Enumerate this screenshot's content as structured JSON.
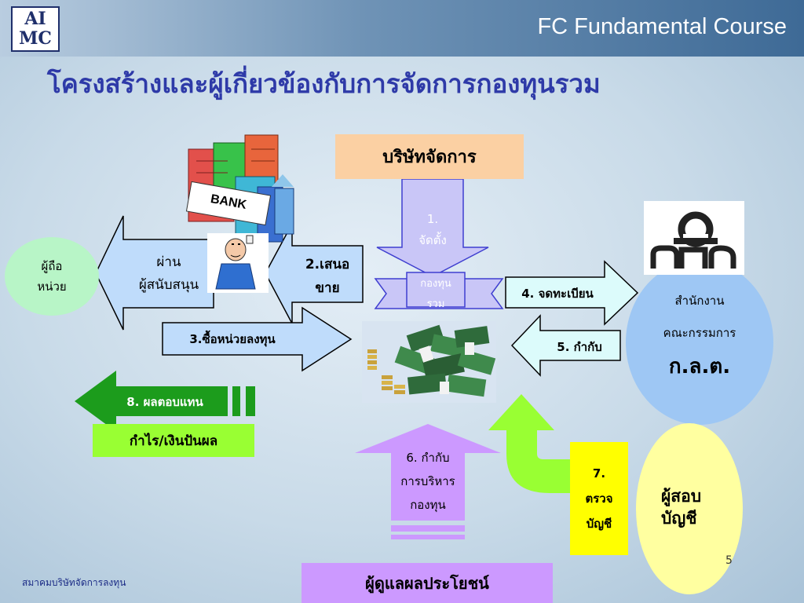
{
  "header": {
    "logo_top": "AI",
    "logo_bottom": "MC",
    "course": "FC Fundamental Course"
  },
  "title": "โครงสร้างและผู้เกี่ยวข้องกับการจัดการกองทุนรวม",
  "nodes": {
    "management_company": "บริษัทจัดการ",
    "unitholder": [
      "ผู้ถือ",
      "หน่วย"
    ],
    "fund_ribbon": [
      "กองทุน",
      "รวม"
    ],
    "sec_office": [
      "สำนักงาน",
      "คณะกรรมการ"
    ],
    "sec_abbrev": "ก.ล.ต.",
    "auditor": [
      "ผู้สอบ",
      "บัญชี"
    ],
    "trustee": "ผู้ดูแลผลประโยชน์",
    "bank_label": "BANK"
  },
  "arrows": {
    "via_agent": [
      "ผ่าน",
      "ผู้สนับสนุน"
    ],
    "a1": [
      "1.",
      "จัดตั้ง"
    ],
    "a2": [
      "2.เสนอ",
      "ขาย"
    ],
    "a3": "3.ซื้อหน่วยลงทุน",
    "a4": "4. จดทะเบียน",
    "a5": "5. กำกับ",
    "a6": [
      "6. กำกับ",
      "การบริหาร",
      "กองทุน"
    ],
    "a7": [
      "7.",
      "ตรวจ",
      "บัญชี"
    ],
    "a8": "8. ผลตอบแทน",
    "profit": "กำไร/เงินปันผล"
  },
  "footer": {
    "association": "สมาคมบริษัทจัดการลงทุน",
    "page_number": "5"
  },
  "colors": {
    "title": "#2e3aa8",
    "orange_box": "#fbd0a3",
    "green_light": "#b8f5c7",
    "blue_arrow": "#bfdcfb",
    "cyan_arrow": "#dcfbfb",
    "lavender_arrow": "#c9c6f7",
    "violet": "#cc99ff",
    "lime": "#99ff33",
    "yellow": "#ffff00",
    "pale_yellow": "#ffffa0",
    "sec_blue": "#9ec7f4",
    "dark_green": "#1c9c1c"
  }
}
